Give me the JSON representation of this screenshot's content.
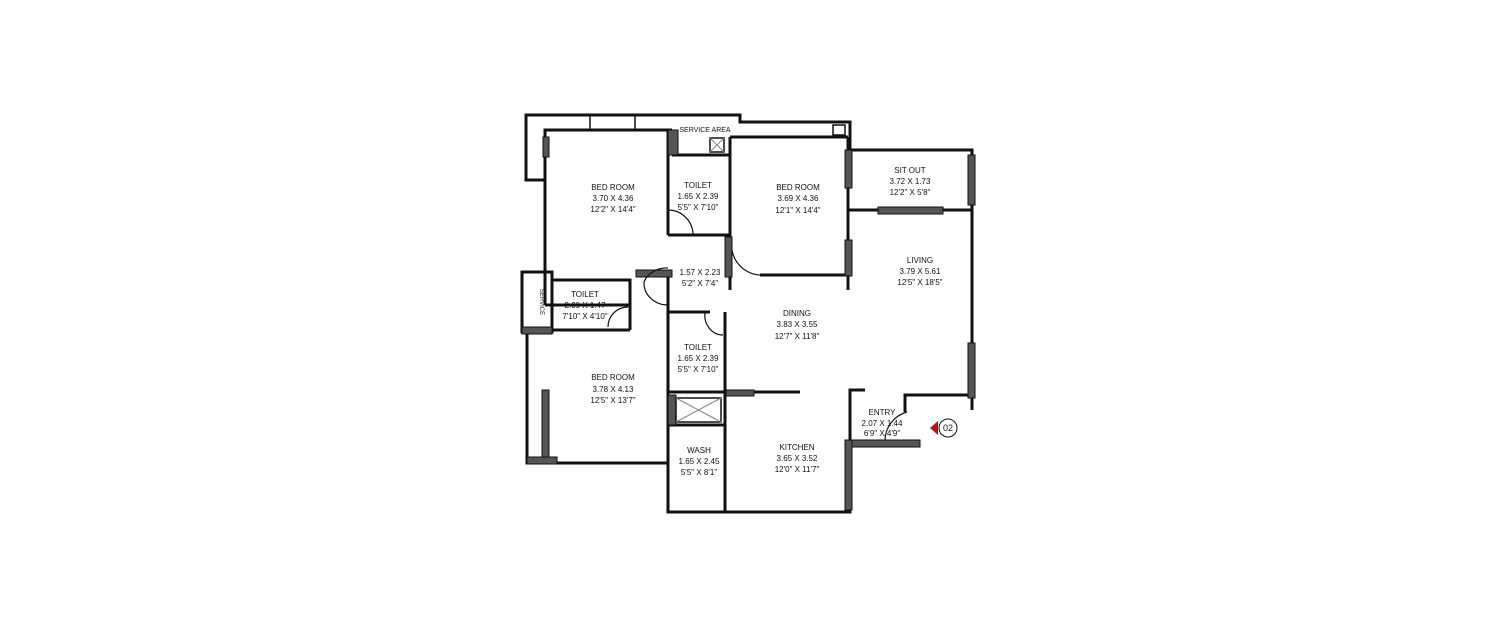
{
  "rooms": [
    {
      "id": "bedroom-1",
      "name": "BED ROOM",
      "metric": "3.70 X 4.36",
      "imperial": "12'2\" X 14'4\""
    },
    {
      "id": "toilet-1",
      "name": "TOILET",
      "metric": "1.65 X 2.39",
      "imperial": "5'5\" X 7'10\""
    },
    {
      "id": "bedroom-2",
      "name": "BED ROOM",
      "metric": "3.69 X 4.36",
      "imperial": "12'1\" X 14'4\""
    },
    {
      "id": "sit-out",
      "name": "SIT OUT",
      "metric": "3.72 X 1.73",
      "imperial": "12'2\" X 5'8\""
    },
    {
      "id": "living",
      "name": "LIVING",
      "metric": "3.79 X 5.61",
      "imperial": "12'5\" X 18'5\""
    },
    {
      "id": "passage",
      "name": "",
      "metric": "1.57 X 2.23",
      "imperial": "5'2\" X 7'4\""
    },
    {
      "id": "toilet-2",
      "name": "TOILET",
      "metric": "2.39 X 1.47",
      "imperial": "7'10\" X 4'10\""
    },
    {
      "id": "dining",
      "name": "DINING",
      "metric": "3.83 X 3.55",
      "imperial": "12'7\" X 11'8\""
    },
    {
      "id": "toilet-3",
      "name": "TOILET",
      "metric": "1.65 X 2.39",
      "imperial": "5'5\" X 7'10\""
    },
    {
      "id": "bedroom-3",
      "name": "BED ROOM",
      "metric": "3.78 X 4.13",
      "imperial": "12'5\" X 13'7\""
    },
    {
      "id": "entry",
      "name": "ENTRY",
      "metric": "2.07 X 1.44",
      "imperial": "6'9\" X 4'9\""
    },
    {
      "id": "wash",
      "name": "WASH",
      "metric": "1.65 X 2.45",
      "imperial": "5'5\" X 8'1\""
    },
    {
      "id": "kitchen",
      "name": "KITCHEN",
      "metric": "3.65 X 3.52",
      "imperial": "12'0\" X 11'7\""
    }
  ],
  "service_area_top": "SERVICE AREA",
  "service_area_left": "SERVICE",
  "entry_marker": "02",
  "colors": {
    "wall": "#111111",
    "column": "#555555",
    "entry_arrow": "#b01818"
  }
}
